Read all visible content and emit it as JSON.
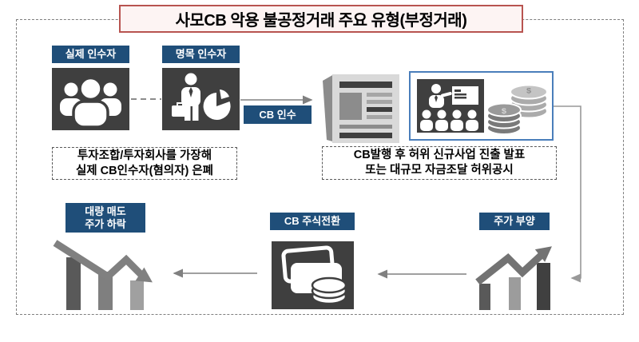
{
  "title": "사모CB 악용 불공정거래 주요 유형(부정거래)",
  "colors": {
    "label_navy": "#1f4e79",
    "title_border_red": "#b85450",
    "dark_icon_box": "#3f3f3f",
    "blue_box_border": "#4a7ebb",
    "arrow_gray": "#808080",
    "frame_dash_gray": "#7f7f7f"
  },
  "labels": {
    "actual_acquirer": "실제 인수자",
    "nominal_acquirer": "명목 인수자",
    "cb_acquisition": "CB 인수",
    "mass_sell_line1": "대량 매도",
    "mass_sell_line2": "주가 하락",
    "cb_conversion": "CB 주식전환",
    "price_pump": "주가 부양"
  },
  "notes": {
    "concealment_line1": "투자조합/투자회사를 가장해",
    "concealment_line2": "실제 CB인수자(혐의자) 은폐",
    "disclosure_line1": "CB발행 후 허위 신규사업 진출 발표",
    "disclosure_line2": "또는 대규모 자금조달 허위공시"
  },
  "icons": {
    "people_group": "people-group-icon",
    "businessman_pie": "businessman-pie-icon",
    "newspaper": "newspaper-icon",
    "presentation": "presentation-icon",
    "coin_stacks": "coin-stacks-icon",
    "cards_coins": "cards-coins-icon",
    "declining_chart": "declining-chart-icon",
    "rising_chart": "rising-chart-icon",
    "dollar_sign": "$"
  }
}
